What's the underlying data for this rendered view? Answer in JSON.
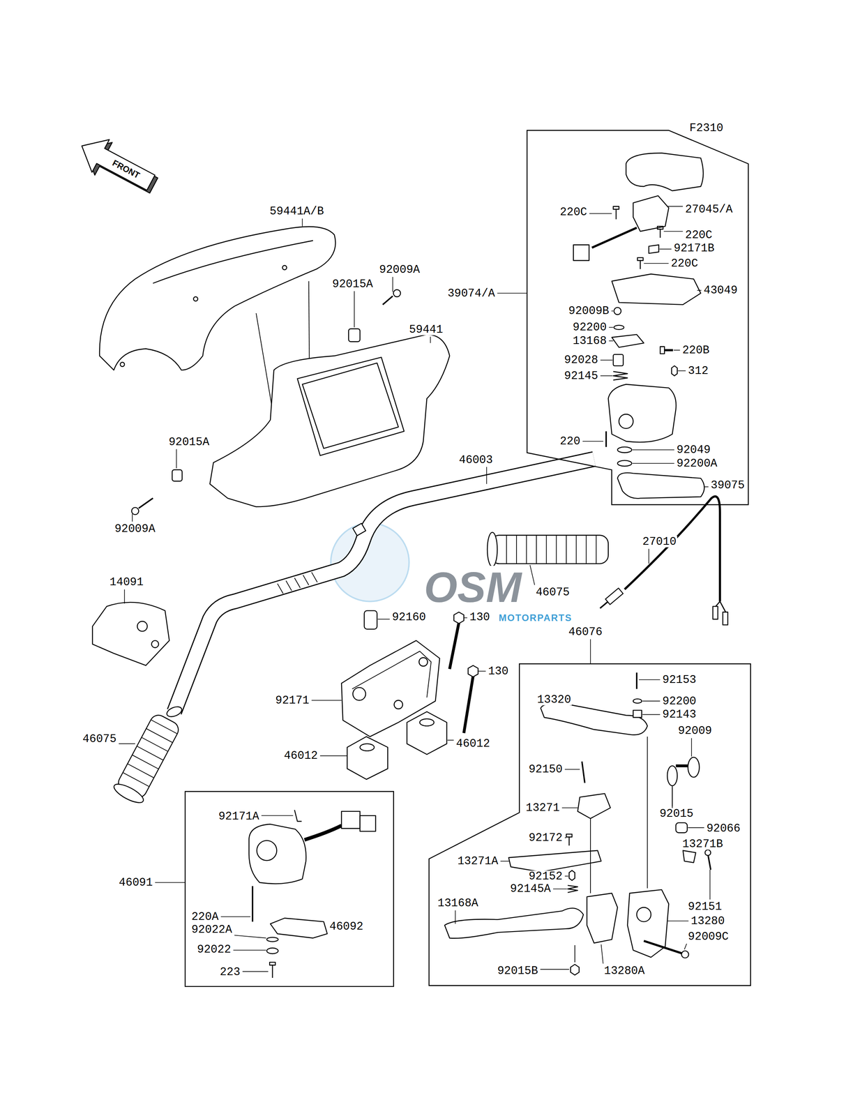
{
  "diagram": {
    "nodes": [
      {
        "text": [
          "39074/A"
        ]
      },
      {
        "text": [
          "46076"
        ]
      },
      {
        "text": [
          "46091"
        ]
      }
    ],
    "labels": [
      "F2310",
      "FRONT",
      "59441A/B",
      "92009A",
      "92015A",
      "59441",
      "92015A",
      "92009A",
      "46003",
      "14091",
      "92160",
      "130",
      "130",
      "92171",
      "46075",
      "46075",
      "46012",
      "46012",
      "27010",
      "OSM",
      "MOTORPARTS",
      "220C",
      "27045/A",
      "220C",
      "92171B",
      "220C",
      "43049",
      "92009B",
      "92200",
      "13168",
      "220B",
      "92028",
      "312",
      "92145",
      "220",
      "92049",
      "92200A",
      "39075",
      "92153",
      "13320",
      "92200",
      "92143",
      "92009",
      "92150",
      "13271",
      "92015",
      "92066",
      "92172",
      "13271B",
      "13271A",
      "92152",
      "92145A",
      "13168A",
      "92151",
      "13280",
      "92009C",
      "92015B",
      "13280A",
      "92171A",
      "220A",
      "46092",
      "92022A",
      "92022",
      "223"
    ]
  }
}
